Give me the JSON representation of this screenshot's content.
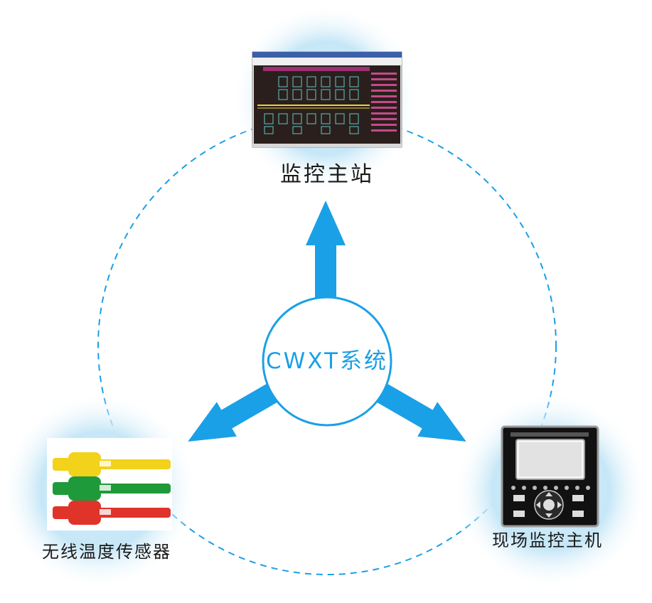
{
  "center": {
    "label": "CWXT系统"
  },
  "nodes": {
    "top": {
      "label": "监控主站"
    },
    "left": {
      "label": "无线温度传感器"
    },
    "right": {
      "label": "现场监控主机"
    }
  },
  "colors": {
    "accent": "#1aa0e6",
    "glow": "#bfe4f6",
    "dashed_ring": "#1aa0e6",
    "sensor_yellow": "#f2d21a",
    "sensor_green": "#1e9a3a",
    "sensor_red": "#e0332a",
    "screen_bg": "#2a1f1c",
    "device_body": "#111111"
  }
}
